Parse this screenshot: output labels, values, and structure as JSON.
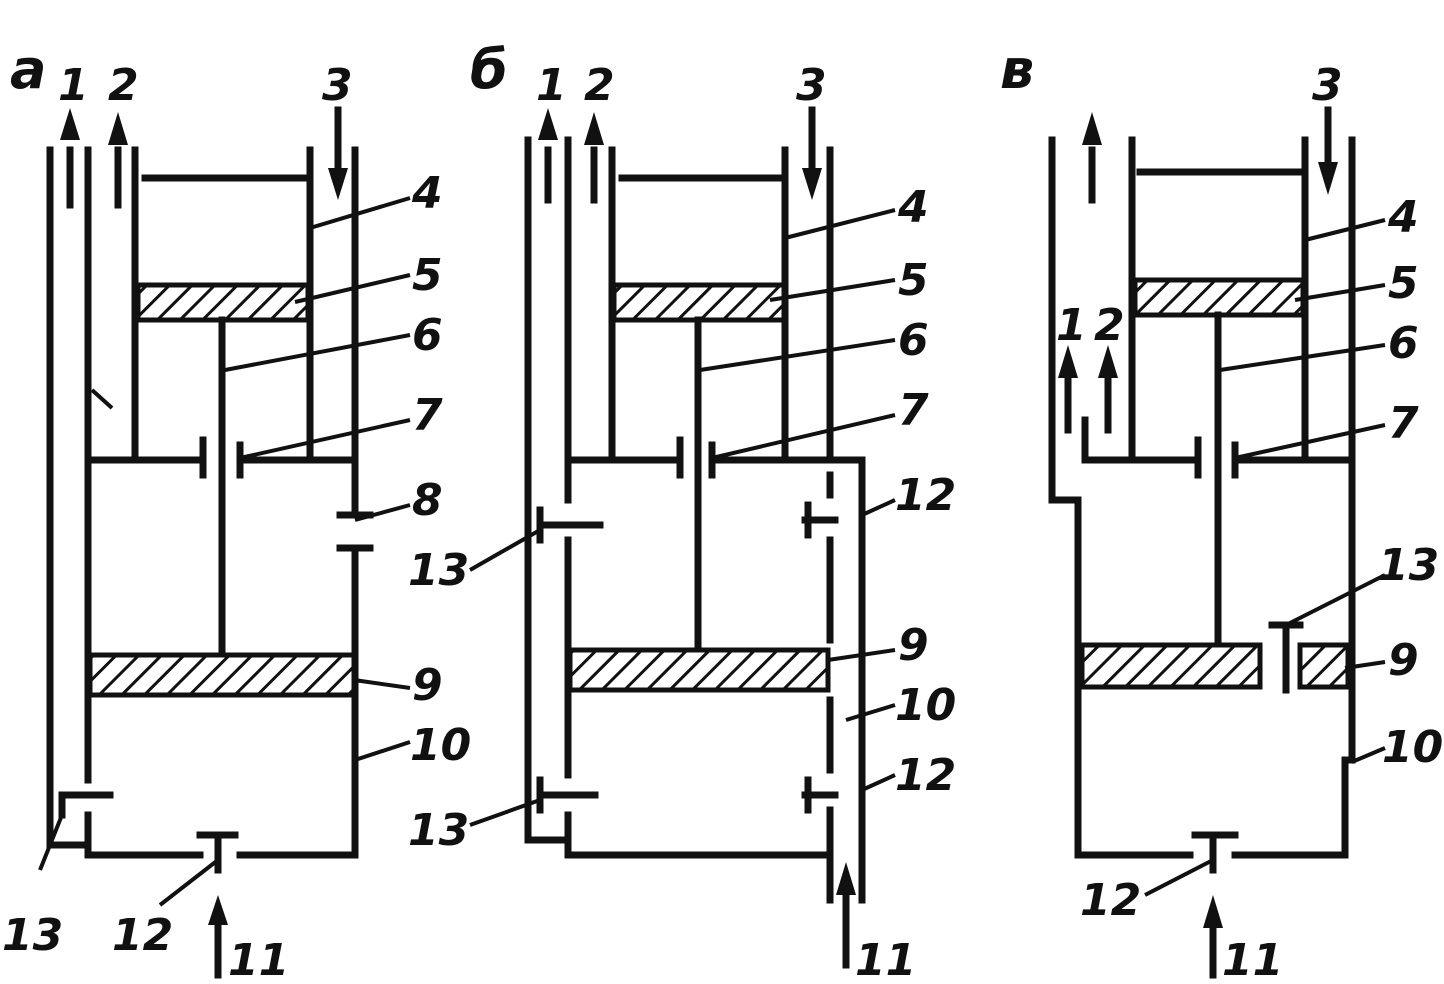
{
  "panels": [
    {
      "letter": "а",
      "labels": {
        "l1": "1",
        "l2": "2",
        "l3": "3",
        "l4": "4",
        "l5": "5",
        "l6": "6",
        "l7": "7",
        "l8": "8",
        "l9": "9",
        "l10": "10",
        "l11": "11",
        "l12": "12",
        "l13": "13"
      }
    },
    {
      "letter": "б",
      "labels": {
        "l1": "1",
        "l2": "2",
        "l3": "3",
        "l4": "4",
        "l5": "5",
        "l6": "6",
        "l7": "7",
        "l9": "9",
        "l10": "10",
        "l11": "11",
        "l12a": "12",
        "l12b": "12",
        "l13a": "13",
        "l13b": "13"
      }
    },
    {
      "letter": "в",
      "labels": {
        "l1": "1",
        "l2": "2",
        "l3": "3",
        "l4": "4",
        "l5": "5",
        "l6": "6",
        "l7": "7",
        "l9": "9",
        "l10": "10",
        "l11": "11",
        "l12": "12",
        "l13": "13"
      }
    }
  ]
}
